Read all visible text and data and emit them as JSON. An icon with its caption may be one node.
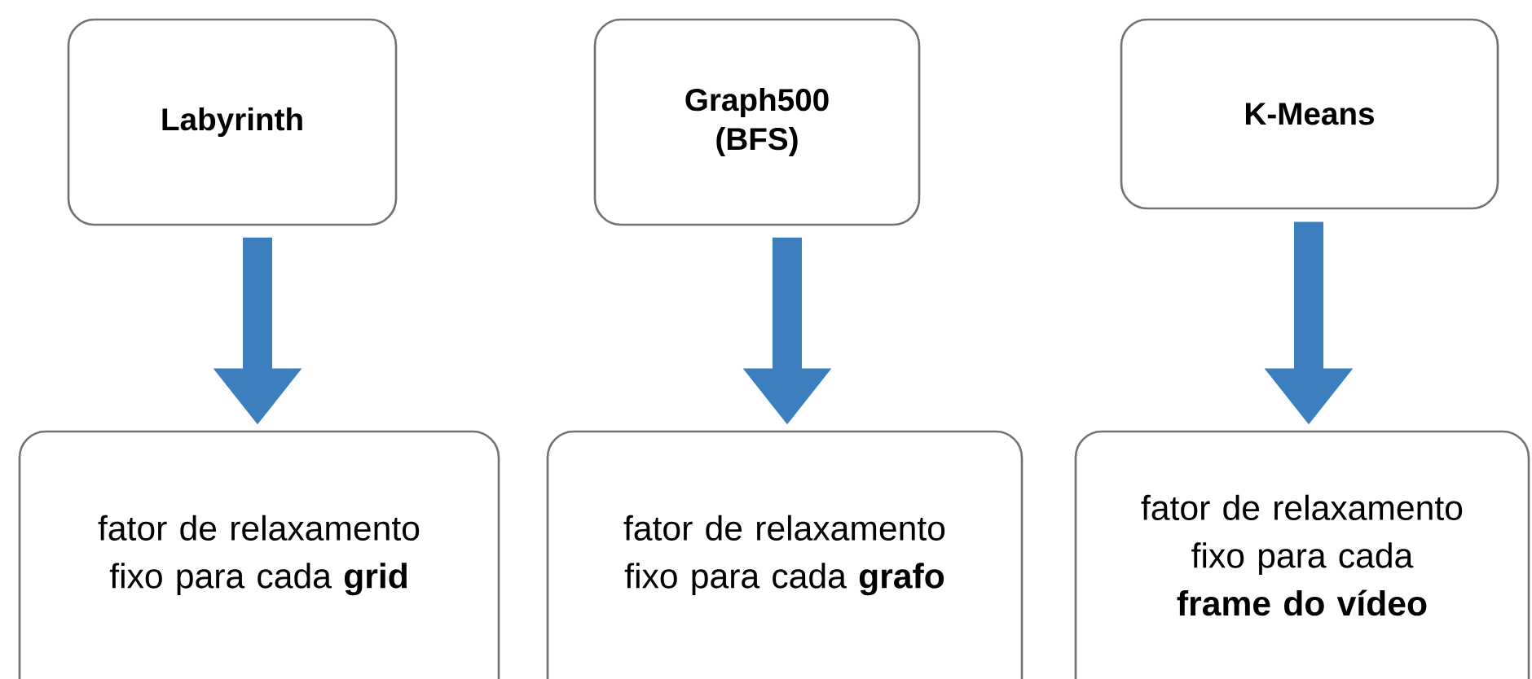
{
  "diagram": {
    "nodes": [
      {
        "text": [
          "Labyrinth"
        ]
      },
      {
        "text": [
          "Graph500 (BFS)"
        ]
      },
      {
        "text": [
          "K-Means"
        ]
      },
      {
        "text": [
          "fator de relaxamento fixo para cada **grid**"
        ]
      },
      {
        "text": [
          "fator de relaxamento fixo para cada **grafo**"
        ]
      },
      {
        "text": [
          "fator de relaxamento fixo para cada **frame do vídeo**"
        ]
      }
    ],
    "edges": [
      {
        "from": 0,
        "to": 3,
        "arrow": "to"
      },
      {
        "from": 1,
        "to": 4,
        "arrow": "to"
      },
      {
        "from": 2,
        "to": 5,
        "arrow": "to"
      }
    ]
  }
}
